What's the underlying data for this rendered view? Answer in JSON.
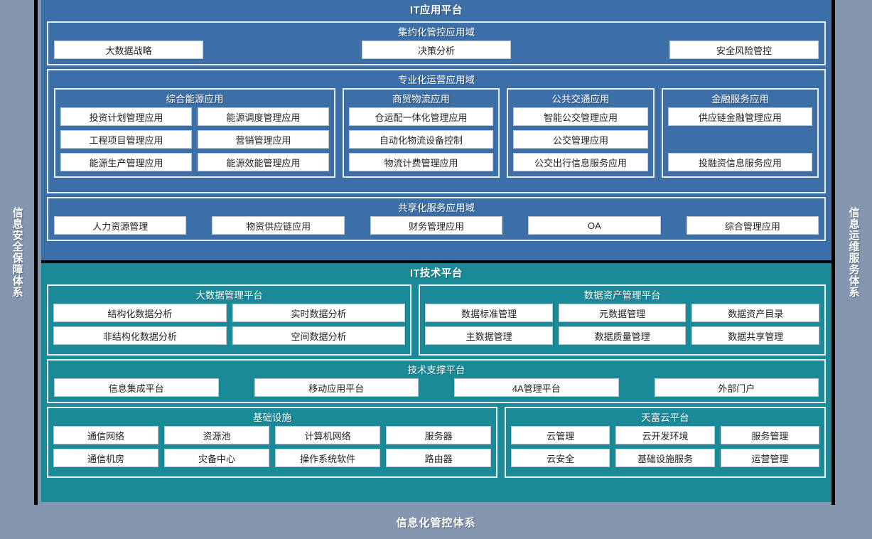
{
  "left_rail": {
    "label": "信息安全保障体系"
  },
  "right_rail": {
    "label": "信息运维服务体系"
  },
  "footer": {
    "label": "信息化管控体系"
  },
  "colors": {
    "rail_bg": "#8496b0",
    "app_platform_bg": "#3c6fa8",
    "tech_platform_bg": "#1a8a99",
    "chip_bg": "#ffffff",
    "border": "#e8eef5",
    "outline": "#000000"
  },
  "app_platform": {
    "title": "IT应用平台",
    "domains": [
      {
        "title": "集约化管控应用域",
        "items": [
          "大数据战略",
          "决策分析",
          "安全风险管控"
        ]
      },
      {
        "title": "专业化运营应用域",
        "groups": [
          {
            "title": "综合能源应用",
            "cols": 2,
            "rows": [
              [
                "投资计划管理应用",
                "能源调度管理应用"
              ],
              [
                "工程项目管理应用",
                "营销管理应用"
              ],
              [
                "能源生产管理应用",
                "能源效能管理应用"
              ]
            ]
          },
          {
            "title": "商贸物流应用",
            "cols": 1,
            "rows": [
              [
                "仓运配一体化管理应用"
              ],
              [
                "自动化物流设备控制"
              ],
              [
                "物流计费管理应用"
              ]
            ]
          },
          {
            "title": "公共交通应用",
            "cols": 1,
            "rows": [
              [
                "智能公交管理应用"
              ],
              [
                "公交管理应用"
              ],
              [
                "公交出行信息服务应用"
              ]
            ]
          },
          {
            "title": "金融服务应用",
            "cols": 1,
            "rows": [
              [
                "供应链金融管理应用"
              ],
              [
                ""
              ],
              [
                "投融资信息服务应用"
              ]
            ]
          }
        ]
      },
      {
        "title": "共享化服务应用域",
        "items": [
          "人力资源管理",
          "物资供应链应用",
          "财务管理应用",
          "OA",
          "综合管理应用"
        ]
      }
    ]
  },
  "tech_platform": {
    "title": "IT技术平台",
    "groups_row1": [
      {
        "title": "大数据管理平台",
        "rows": [
          [
            "结构化数据分析",
            "实时数据分析"
          ],
          [
            "非结构化数据分析",
            "空间数据分析"
          ]
        ]
      },
      {
        "title": "数据资产管理平台",
        "rows": [
          [
            "数据标准管理",
            "元数据管理",
            "数据资产目录"
          ],
          [
            "主数据管理",
            "数据质量管理",
            "数据共享管理"
          ]
        ]
      }
    ],
    "support": {
      "title": "技术支撑平台",
      "items": [
        "信息集成平台",
        "移动应用平台",
        "4A管理平台",
        "外部门户"
      ]
    },
    "groups_row2": [
      {
        "title": "基础设施",
        "rows": [
          [
            "通信网络",
            "资源池",
            "计算机网络",
            "服务器"
          ],
          [
            "通信机房",
            "灾备中心",
            "操作系统软件",
            "路由器"
          ]
        ]
      },
      {
        "title": "天富云平台",
        "rows": [
          [
            "云管理",
            "云开发环境",
            "服务管理"
          ],
          [
            "云安全",
            "基础设施服务",
            "运营管理"
          ]
        ]
      }
    ]
  }
}
